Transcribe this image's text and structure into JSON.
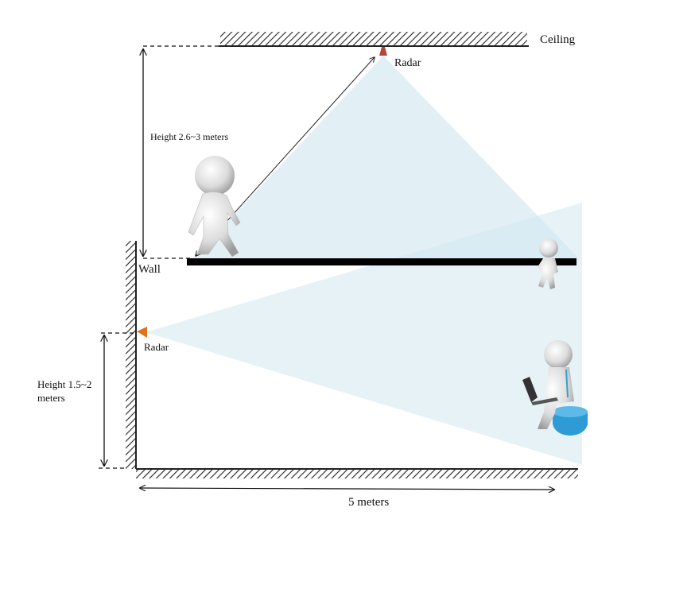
{
  "labels": {
    "ceiling": "Ceiling",
    "radar_top": "Radar",
    "height_top": "Height 2.6~3 meters",
    "wall": "Wall",
    "radar_wall": "Radar",
    "height_wall_line1": "Height 1.5~2",
    "height_wall_line2": "meters",
    "distance": "5 meters"
  },
  "colors": {
    "beam": "#cfe6f0",
    "radar_top": "#b5473a",
    "radar_wall": "#e0731c",
    "stool": "#2f9bd6",
    "figure": "#e6e6e6"
  },
  "icons": [
    "walking-person-icon",
    "distant-walking-person-icon",
    "seated-person-laptop-icon"
  ]
}
